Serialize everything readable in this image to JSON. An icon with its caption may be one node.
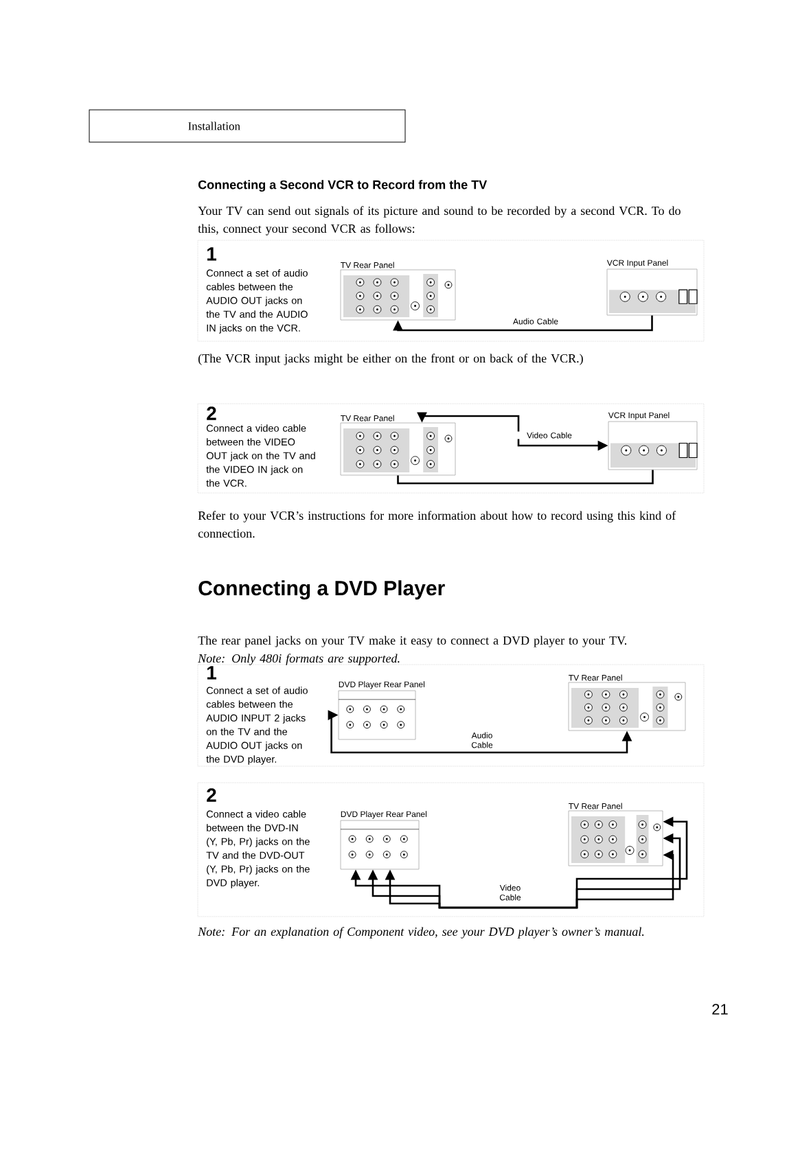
{
  "diagram": {
    "nodes": [
      {
        "text": [
          "Installation"
        ]
      },
      {
        "text": [
          "TV Rear Panel"
        ]
      },
      {
        "text": [
          "VCR Input Panel"
        ]
      },
      {
        "text": [
          "TV Rear Panel"
        ]
      },
      {
        "text": [
          "VCR Input Panel"
        ]
      },
      {
        "text": [
          "DVD Player Rear Panel"
        ]
      },
      {
        "text": [
          "TV Rear Panel"
        ]
      },
      {
        "text": [
          "DVD Player Rear Panel"
        ]
      },
      {
        "text": [
          "TV Rear Panel"
        ]
      }
    ],
    "edges": [
      {
        "from": 2,
        "to": 1,
        "arrow": "to",
        "label": "Audio Cable"
      },
      {
        "from": 3,
        "to": 4,
        "arrow": "both",
        "label": "Video Cable"
      },
      {
        "from": 3,
        "to": 4,
        "arrow": "none"
      },
      {
        "from": 5,
        "to": 6,
        "arrow": "both",
        "label": "Audio Cable"
      },
      {
        "from": 7,
        "to": 8,
        "arrow": "both",
        "label": "Video Cable"
      },
      {
        "from": 7,
        "to": 8,
        "arrow": "both"
      },
      {
        "from": 7,
        "to": 8,
        "arrow": "both"
      }
    ],
    "labels": [
      "Connecting a Second VCR to Record from the TV",
      "Your TV can send out signals of its picture and sound to be recorded by a second VCR. To do this, connect your second VCR as follows:",
      "1",
      "Connect a set of audio cables between the AUDIO OUT jacks on the TV and the AUDIO IN jacks on the VCR.",
      "(The VCR input jacks might be either on the front or on back of the VCR.)",
      "2",
      "Connect a video cable between the VIDEO OUT jack on the TV and the VIDEO IN jack on the VCR.",
      "Refer to your VCR’s instructions for more information about how to record using this kind of connection.",
      "Connecting a DVD Player",
      "The rear panel jacks on your TV make it easy to connect a DVD player to your TV.",
      "Note: Only 480i formats are supported.",
      "1",
      "Connect a set of audio cables between the AUDIO INPUT 2 jacks on the TV and the AUDIO OUT jacks on the DVD player.",
      "2",
      "Connect a video cable between the DVD-IN (Y, Pb, Pr) jacks on the TV and the DVD-OUT (Y, Pb, Pr) jacks on the DVD player.",
      "Note: For an explanation of Component video, see your DVD player’s owner’s manual.",
      "21"
    ]
  }
}
